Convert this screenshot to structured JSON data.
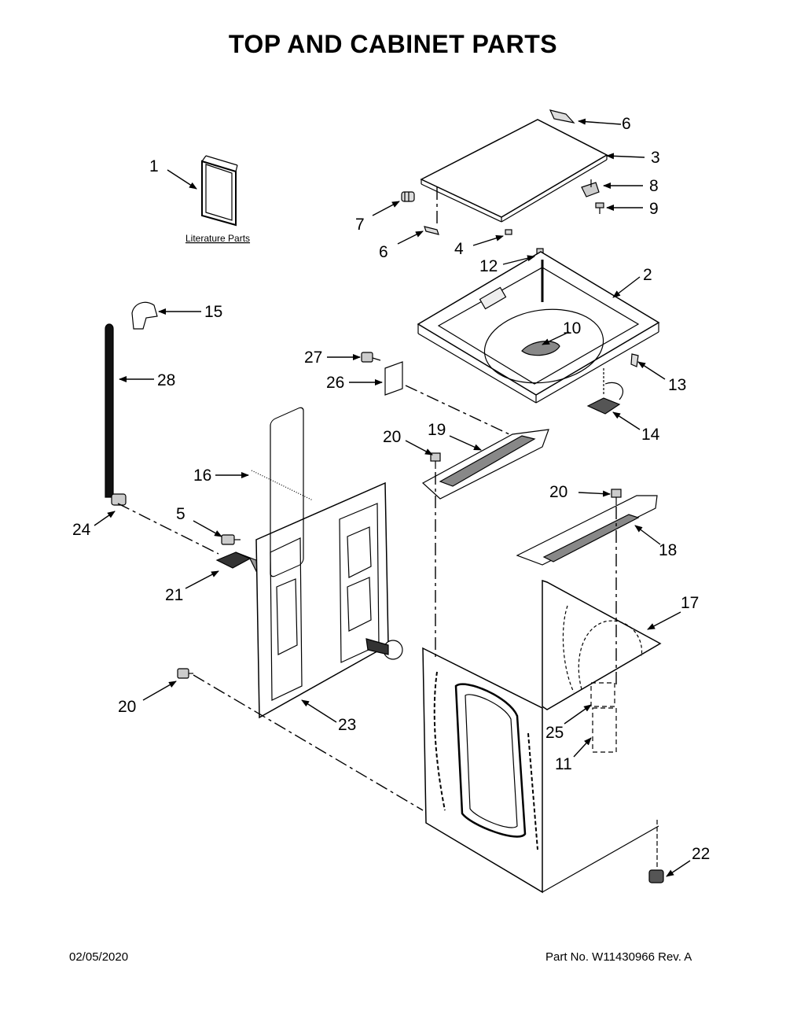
{
  "title": "TOP AND CABINET PARTS",
  "literature_label": "Literature Parts",
  "callouts": {
    "c1": "1",
    "c2": "2",
    "c3": "3",
    "c4": "4",
    "c5": "5",
    "c6a": "6",
    "c6b": "6",
    "c7": "7",
    "c8": "8",
    "c9": "9",
    "c10": "10",
    "c11": "11",
    "c12": "12",
    "c13": "13",
    "c14": "14",
    "c15": "15",
    "c16": "16",
    "c17": "17",
    "c18": "18",
    "c19": "19",
    "c20a": "20",
    "c20b": "20",
    "c20c": "20",
    "c21": "21",
    "c22": "22",
    "c23": "23",
    "c24": "24",
    "c25": "25",
    "c26": "26",
    "c27": "27",
    "c28": "28"
  },
  "footer": {
    "date": "02/05/2020",
    "part_no": "Part No.  W11430966  Rev.  A"
  }
}
